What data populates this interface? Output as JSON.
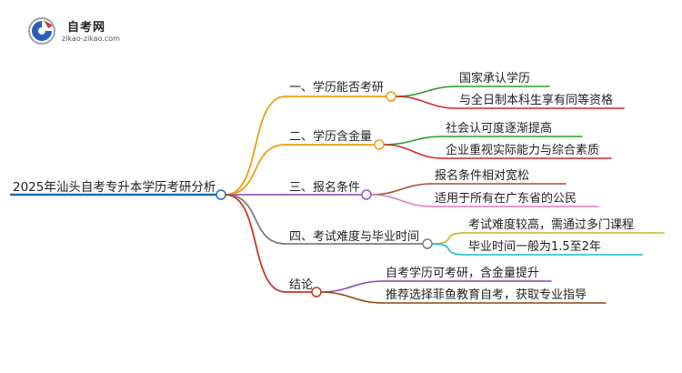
{
  "logo": {
    "name": "自考网",
    "url": "zikao-zikao.com",
    "colors": {
      "blue": "#2a5fb8",
      "red": "#d23b3b",
      "gray": "#9aa3b0"
    }
  },
  "mindmap": {
    "root": {
      "label": "2025年汕头自考专升本学历考研分析",
      "color": "#1f6fb8"
    },
    "branches": [
      {
        "label": "一、学历能否考研",
        "color": "#f39c12",
        "children": [
          {
            "label": "国家承认学历",
            "color": "#2ca02c"
          },
          {
            "label": "与全日制本科生享有同等资格",
            "color": "#d62728"
          }
        ]
      },
      {
        "label": "二、学历含金量",
        "color": "#f39c12",
        "children": [
          {
            "label": "社会认可度逐渐提高",
            "color": "#2ca02c"
          },
          {
            "label": "企业重视实际能力与综合素质",
            "color": "#d62728"
          }
        ]
      },
      {
        "label": "三、报名条件",
        "color": "#9b59b6",
        "children": [
          {
            "label": "报名条件相对宽松",
            "color": "#a0522d"
          },
          {
            "label": "适用于所有在广东省的公民",
            "color": "#e377c2"
          }
        ]
      },
      {
        "label": "四、考试难度与毕业时间",
        "color": "#7f7f7f",
        "children": [
          {
            "label": "考试难度较高，需通过多门课程",
            "color": "#bcbd22"
          },
          {
            "label": "毕业时间一般为1.5至2年",
            "color": "#17becf"
          }
        ]
      },
      {
        "label": "结论",
        "color": "#c0392b",
        "children": [
          {
            "label": "自考学历可考研，含金量提升",
            "color": "#8e44ad"
          },
          {
            "label": "推荐选择菲鱼教育自考，获取专业指导",
            "color": "#8b4513"
          }
        ]
      }
    ]
  }
}
